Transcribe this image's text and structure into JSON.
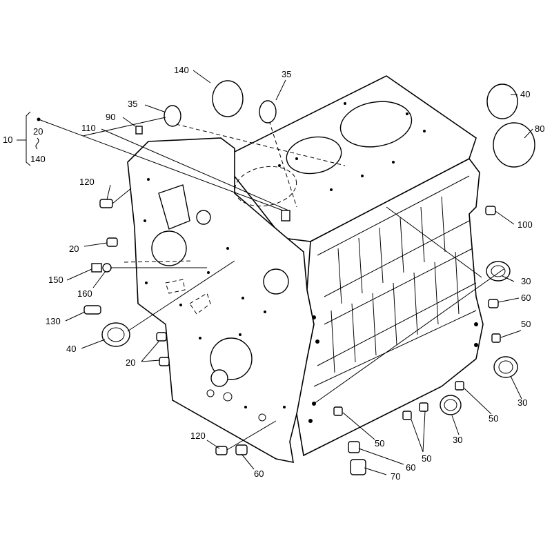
{
  "callouts": {
    "c140_top": "140",
    "c35_top": "35",
    "c35_left": "35",
    "c90": "90",
    "c110": "110",
    "c10": "10",
    "c20_range": "20",
    "c140_range": "140",
    "c40_right": "40",
    "c80": "80",
    "c120_top": "120",
    "c100": "100",
    "c20_left": "20",
    "c150": "150",
    "c160": "160",
    "c30_r1": "30",
    "c60_r1": "60",
    "c130": "130",
    "c50_r1": "50",
    "c40_left": "40",
    "c20_bottom": "20",
    "c30_r2": "30",
    "c50_r2": "50",
    "c50_m1": "50",
    "c30_bottom": "30",
    "c50_m2": "50",
    "c120_bottom": "120",
    "c60_bottom": "60",
    "c60_mid": "60",
    "c70": "70"
  }
}
